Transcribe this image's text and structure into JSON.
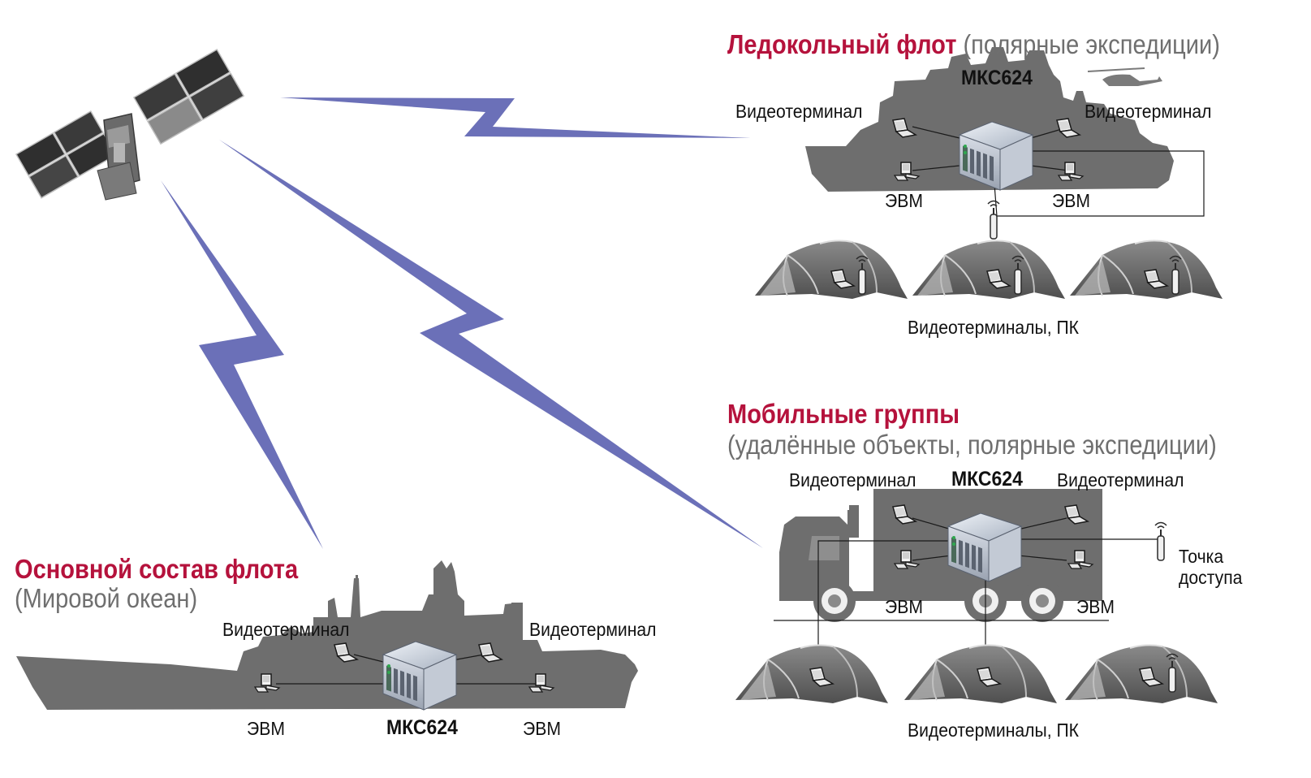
{
  "icebreaker": {
    "title": "Ледокольный флот",
    "subtitle": "(полярные экспедиции)",
    "device": "МКС624",
    "terminal_left": "Видеотерминал",
    "terminal_right": "Видеотерминал",
    "pc_left": "ЭВМ",
    "pc_right": "ЭВМ",
    "tents_caption": "Видеотерминалы, ПК"
  },
  "mobile": {
    "title": "Мобильные группы",
    "subtitle": "(удалённые объекты, полярные экспедиции)",
    "device": "МКС624",
    "terminal_left": "Видеотерминал",
    "terminal_right": "Видеотерминал",
    "pc_left": "ЭВМ",
    "pc_right": "ЭВМ",
    "access_point": "Точка доступа",
    "access_point_line1": "Точка",
    "access_point_line2": "доступа",
    "tents_caption": "Видеотерминалы, ПК"
  },
  "main_fleet": {
    "title": "Основной состав флота",
    "subtitle": "(Мировой океан)",
    "device": "МКС624",
    "terminal_left": "Видеотерминал",
    "terminal_right": "Видеотерминал",
    "pc_left": "ЭВМ",
    "pc_right": "ЭВМ"
  },
  "colors": {
    "title_red": "#b5123c",
    "subtitle_gray": "#6f6f6f",
    "link_blue": "#6b70b8",
    "silhouette": "#6e6e6e",
    "tent": "#6a6a6a"
  },
  "icons": [
    "satellite-icon",
    "helicopter-icon",
    "mks624-unit-icon",
    "laptop-icon",
    "desktop-pc-icon",
    "antenna-icon",
    "tent-icon",
    "ship-silhouette",
    "icebreaker-silhouette",
    "truck-silhouette"
  ]
}
